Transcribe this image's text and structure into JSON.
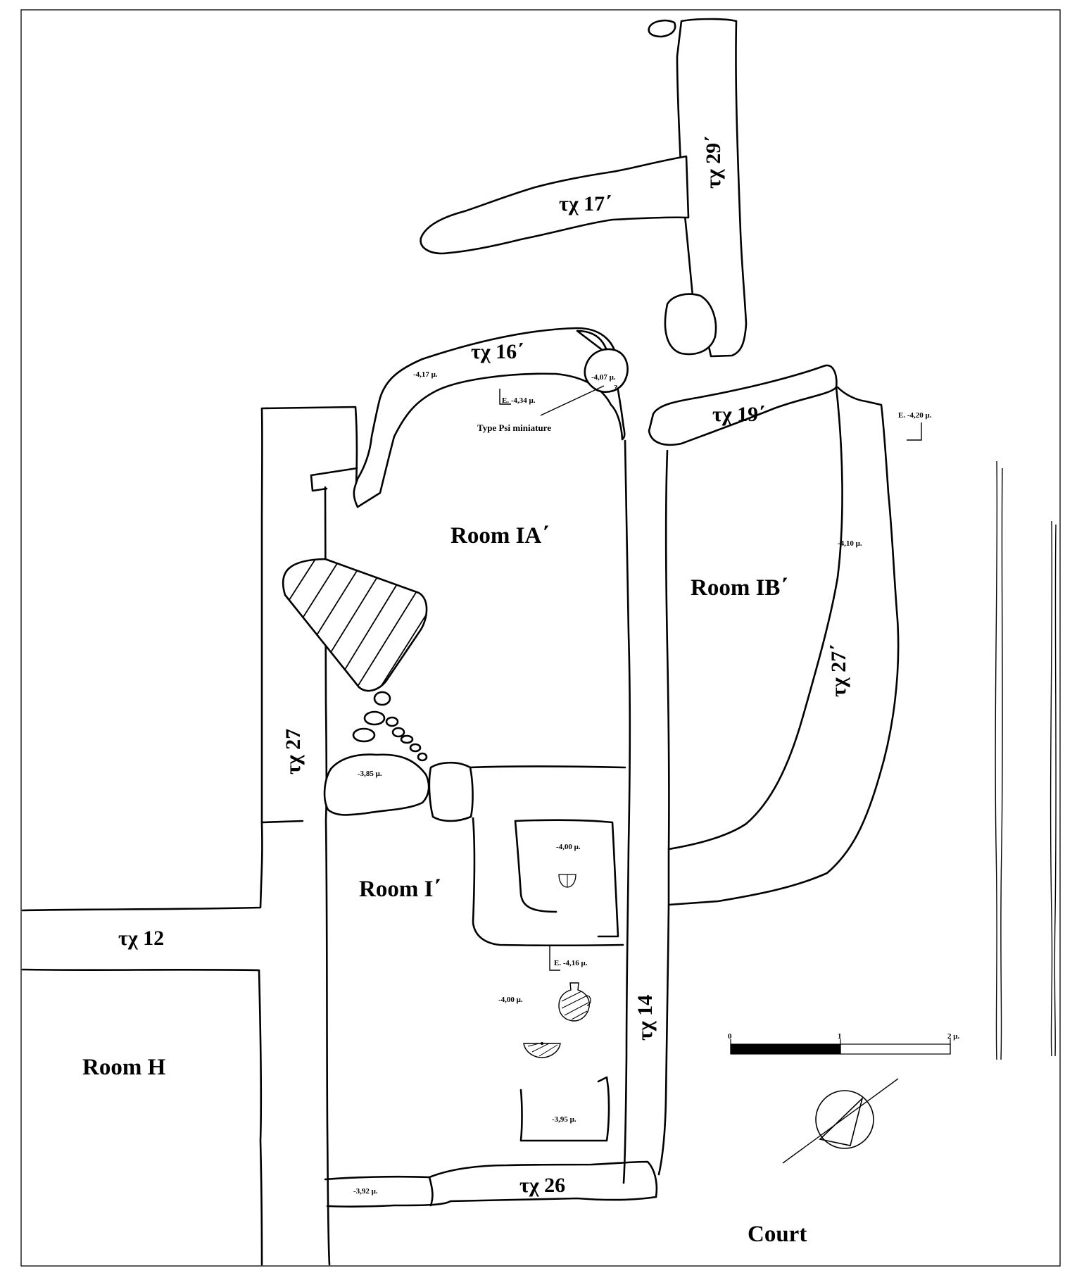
{
  "rooms": {
    "ia": "Room IA΄",
    "ib": "Room IB΄",
    "i": "Room I΄",
    "h": "Room H",
    "court": "Court"
  },
  "walls": {
    "w29": "τχ 29΄",
    "w17": "τχ 17΄",
    "w16": "τχ 16΄",
    "w19": "τχ 19΄",
    "w27p": "τχ 27΄",
    "w27": "τχ 27",
    "w14": "τχ 14",
    "w12": "τχ 12",
    "w26": "τχ 26"
  },
  "elevations": {
    "e417": "-4,17 μ.",
    "e407": "-4,07 μ.",
    "e434": "E. -4,34 μ.",
    "e420": "E. -4,20 μ.",
    "e410": "-4,10 μ.",
    "e385": "-3,85 μ.",
    "e400a": "-4,00 μ.",
    "e416": "E. -4,16 μ.",
    "e400b": "-4,00 μ.",
    "e395": "-3,95 μ.",
    "e392": "-3,92 μ."
  },
  "annotations": {
    "type_psi": "Type Psi miniature",
    "question": "?"
  },
  "scale_bar": {
    "tick_0": "0",
    "tick_1": "1",
    "tick_2": "2 μ."
  },
  "icons": {
    "north_arrow": "north-arrow-icon",
    "vessel_cup": "cup-icon",
    "vessel_jug": "jug-icon",
    "vessel_bowl": "bowl-icon"
  }
}
